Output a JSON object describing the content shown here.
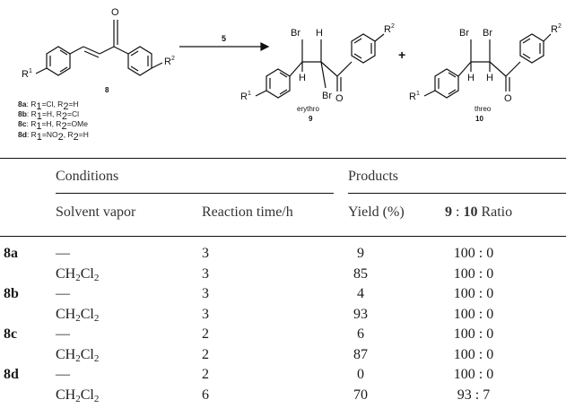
{
  "scheme": {
    "reagent": "5",
    "plus": "+",
    "sm_label": "8",
    "p9_label": "9",
    "p9_stereo": "erythro",
    "p10_label": "10",
    "p10_stereo": "threo",
    "atoms": {
      "R1": "R",
      "R1_sup": "1",
      "R2": "R",
      "R2_sup": "2",
      "O": "O",
      "Br": "Br",
      "H": "H"
    },
    "conditions": [
      {
        "id": "8a",
        "text": ": R1=Cl, R2=H"
      },
      {
        "id": "8b",
        "text": ": R1=H, R2=Cl"
      },
      {
        "id": "8c",
        "text": ": R1=H, R2=OMe"
      },
      {
        "id": "8d",
        "text": ": R1=NO2, R2=H"
      }
    ]
  },
  "table": {
    "group_conditions": "Conditions",
    "group_products": "Products",
    "columns": [
      "Solvent vapor",
      "Reaction time/h",
      "Yield (%)",
      "9 : 10 Ratio"
    ],
    "ratio_header": {
      "a": "9",
      "sep": " : ",
      "b": "10",
      "suffix": " Ratio"
    },
    "rows": [
      {
        "compound": "8a",
        "solvent": "—",
        "time": "3",
        "yield": "9",
        "ratio": "100 : 0"
      },
      {
        "compound": "",
        "solvent": "CH2Cl2",
        "time": "3",
        "yield": "85",
        "ratio": "100 : 0"
      },
      {
        "compound": "8b",
        "solvent": "—",
        "time": "3",
        "yield": "4",
        "ratio": "100 : 0"
      },
      {
        "compound": "",
        "solvent": "CH2Cl2",
        "time": "3",
        "yield": "93",
        "ratio": "100 : 0"
      },
      {
        "compound": "8c",
        "solvent": "—",
        "time": "2",
        "yield": "6",
        "ratio": "100 : 0"
      },
      {
        "compound": "",
        "solvent": "CH2Cl2",
        "time": "2",
        "yield": "87",
        "ratio": "100 : 0"
      },
      {
        "compound": "8d",
        "solvent": "—",
        "time": "2",
        "yield": "0",
        "ratio": "100 : 0"
      },
      {
        "compound": "",
        "solvent": "CH2Cl2",
        "time": "6",
        "yield": "70",
        "ratio": "93 : 7"
      }
    ]
  }
}
